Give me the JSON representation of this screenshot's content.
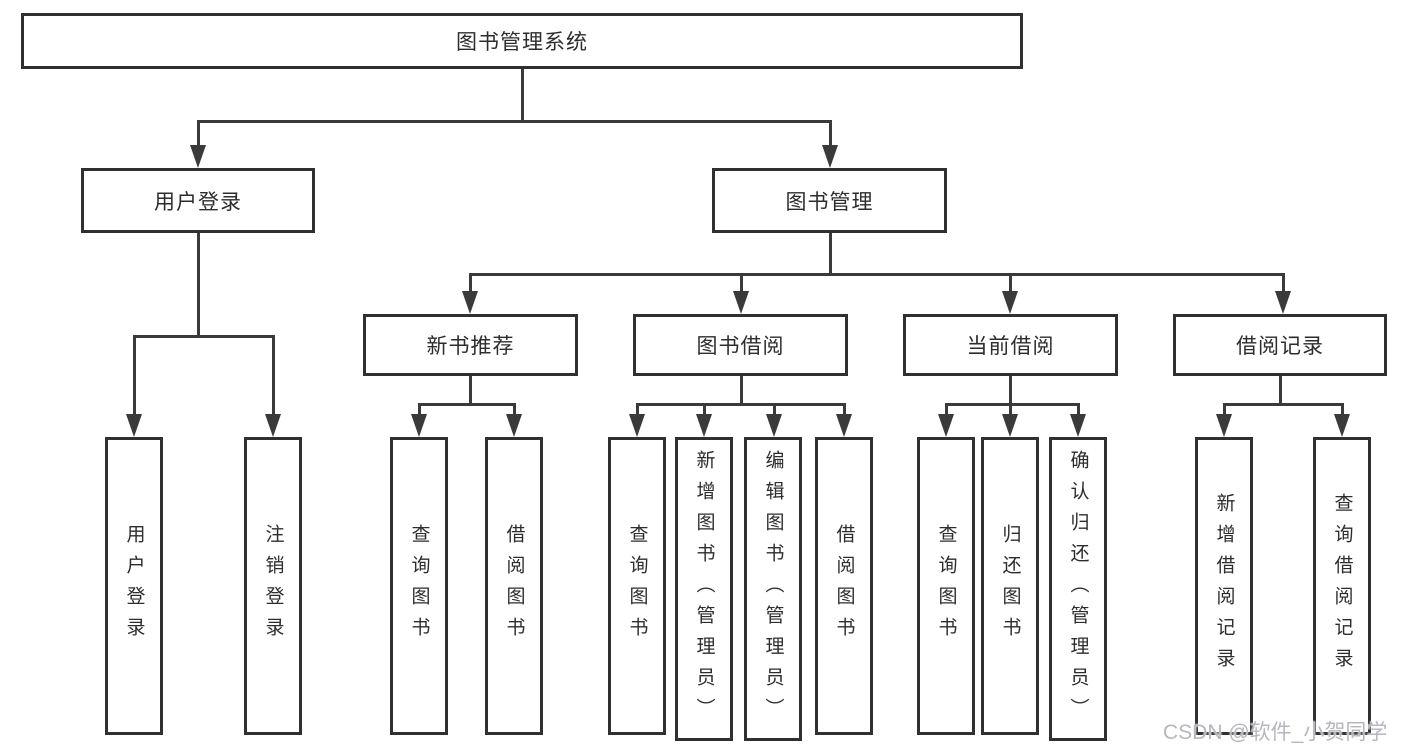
{
  "colors": {
    "line": "#3a3a3a",
    "box-border": "#303030",
    "text": "#2d2d2d",
    "watermark": "#b6b6bf",
    "background": "#ffffff"
  },
  "tree": {
    "label": "图书管理系统",
    "children": [
      {
        "label": "用户登录",
        "children": [
          {
            "label": "用户登录"
          },
          {
            "label": "注销登录"
          }
        ]
      },
      {
        "label": "图书管理",
        "children": [
          {
            "label": "新书推荐",
            "children": [
              {
                "label": "查询图书"
              },
              {
                "label": "借阅图书"
              }
            ]
          },
          {
            "label": "图书借阅",
            "children": [
              {
                "label": "查询图书"
              },
              {
                "label": "新增图书（管理员）"
              },
              {
                "label": "编辑图书（管理员）"
              },
              {
                "label": "借阅图书"
              }
            ]
          },
          {
            "label": "当前借阅",
            "children": [
              {
                "label": "查询图书"
              },
              {
                "label": "归还图书"
              },
              {
                "label": "确认归还（管理员）"
              }
            ]
          },
          {
            "label": "借阅记录",
            "children": [
              {
                "label": "新增借阅记录"
              },
              {
                "label": "查询借阅记录"
              }
            ]
          }
        ]
      }
    ]
  },
  "watermark": {
    "text": "CSDN @软件_小贺同学"
  }
}
